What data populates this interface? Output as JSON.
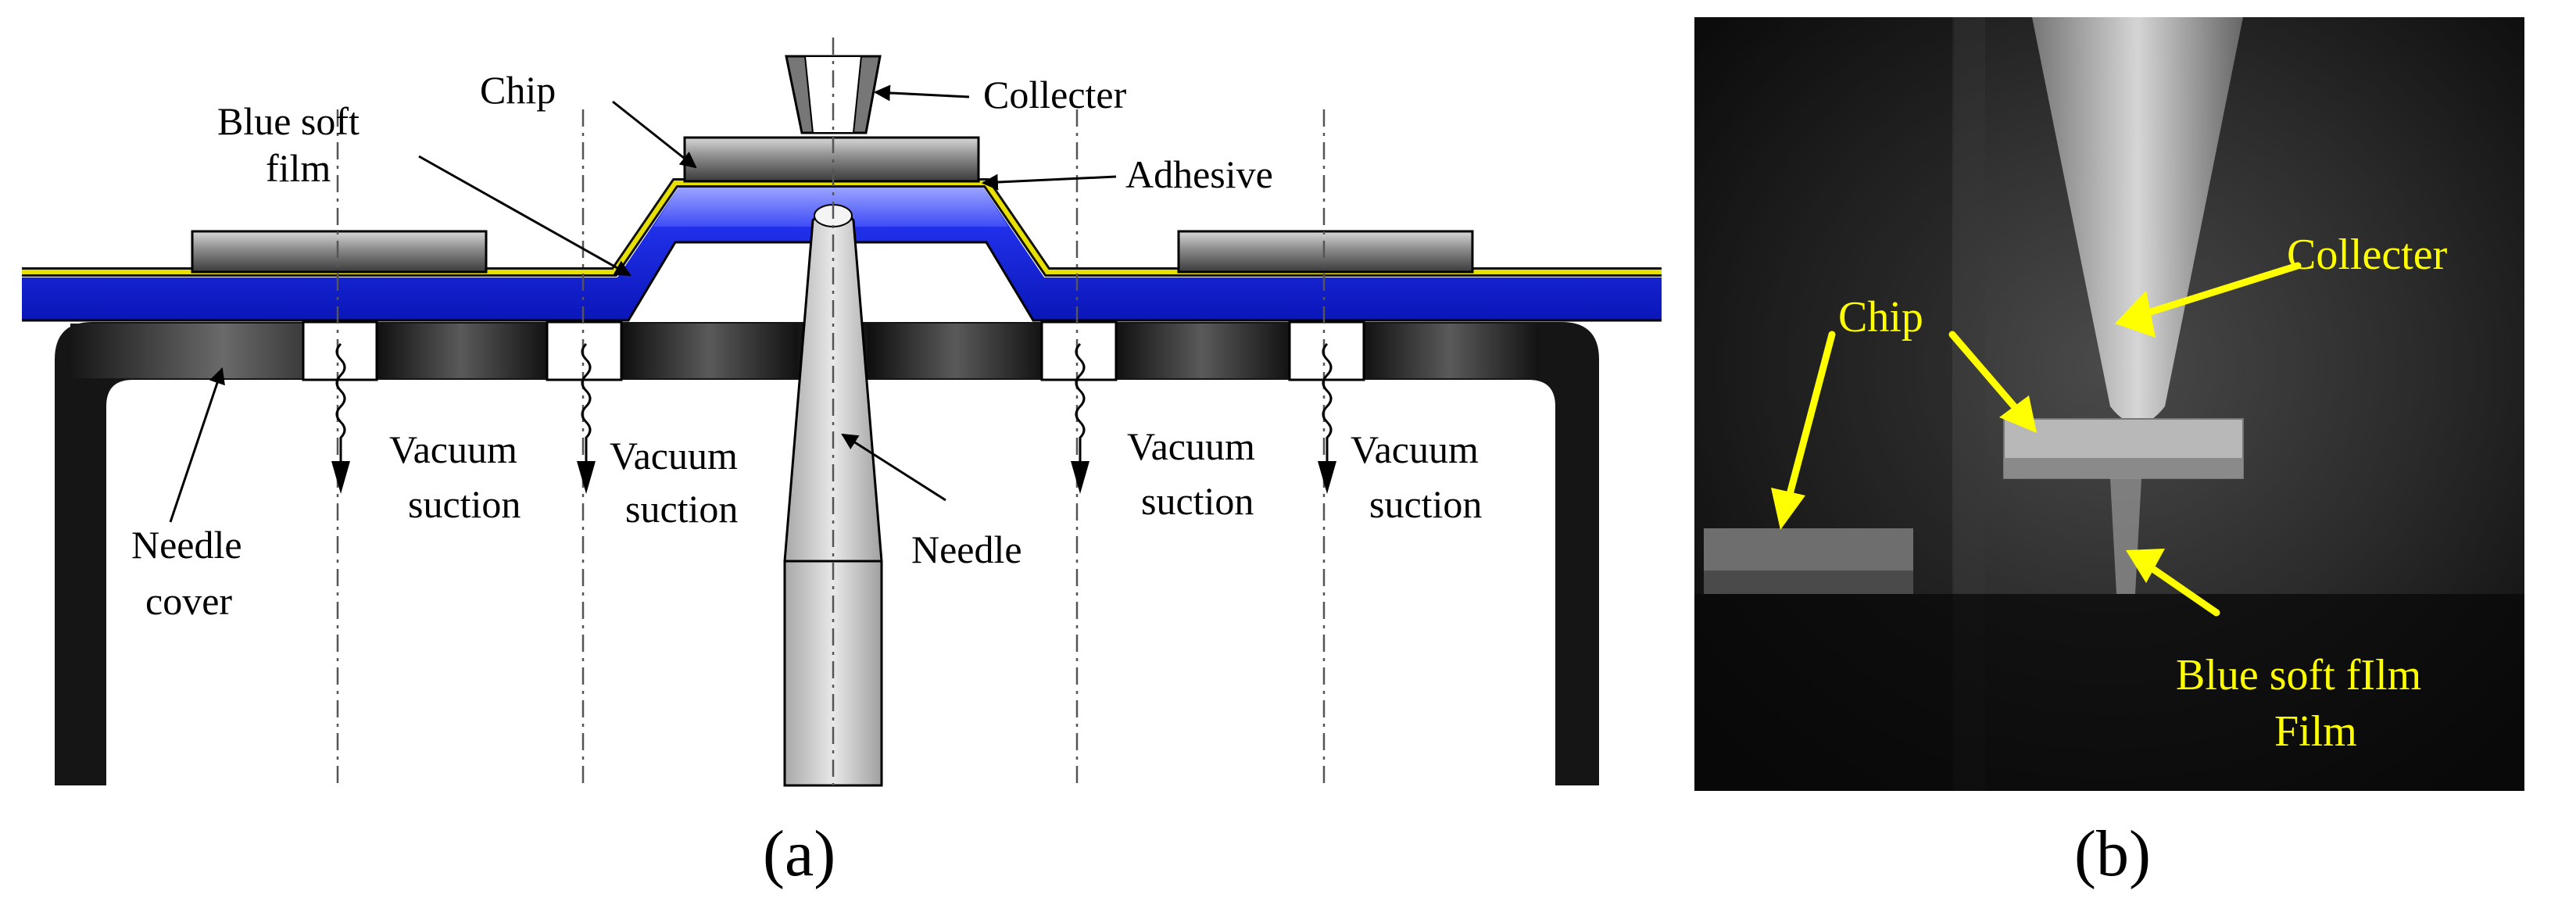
{
  "panel_a": {
    "caption": "(a)",
    "labels": {
      "chip": "Chip",
      "collecter": "Collecter",
      "blue_soft_film_line1": "Blue soft",
      "blue_soft_film_line2": "film",
      "adhesive": "Adhesive",
      "needle": "Needle",
      "needle_cover_line1": "Needle",
      "needle_cover_line2": "cover",
      "vacuum_line1": "Vacuum",
      "vacuum_line2": "suction"
    }
  },
  "panel_b": {
    "caption": "(b)",
    "labels": {
      "collecter": "Collecter",
      "chip": "Chip",
      "film_line1": "Blue soft fIlm",
      "film_line2": "Film"
    }
  },
  "colors": {
    "film_blue": "#1a2cf0",
    "adhesive_yellow": "#e8e000",
    "annotation_yellow": "#ffff00",
    "cover_dark": "#111111"
  }
}
